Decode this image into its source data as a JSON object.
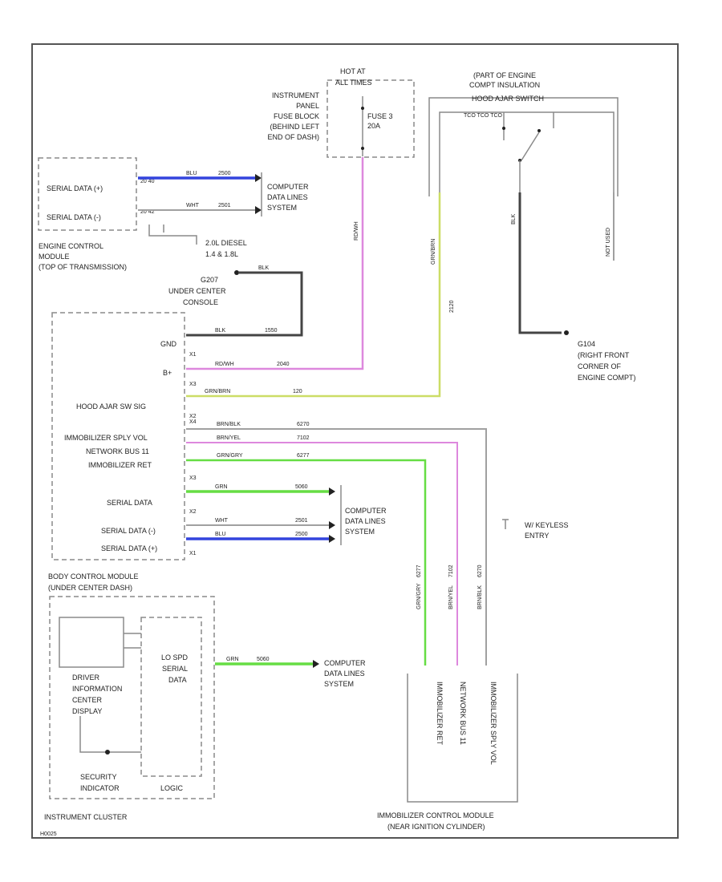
{
  "colors": {
    "blue": "#3344dd",
    "green": "#66dd44",
    "pink": "#dd88dd",
    "yellow_green": "#ccdd66",
    "gray": "#9a9a9a",
    "black": "#444444"
  },
  "power": {
    "hot_at": "HOT AT",
    "hot_at_line2": "ALL TIMES",
    "fuse": "FUSE 3",
    "fuse_amps": "20A",
    "fuse_block_1": "INSTRUMENT",
    "fuse_block_2": "PANEL",
    "fuse_block_3": "FUSE BLOCK",
    "fuse_block_4": "(BEHIND LEFT",
    "fuse_block_5": "END OF DASH)",
    "wire_pink_ckt": "RD/WH",
    "wire_pink_code": "2040"
  },
  "ecm": {
    "pin1": "SERIAL DATA (+)",
    "pin2": "SERIAL DATA (-)",
    "pin1_num": "20 40",
    "pin2_num": "20 42",
    "wire1_color": "BLU",
    "wire1_ckt": "2500",
    "wire2_color": "WHT",
    "wire2_ckt": "2501",
    "name_1": "ENGINE CONTROL",
    "name_2": "MODULE",
    "name_3": "(TOP OF TRANSMISSION)",
    "diesel_1": "2.0L DIESEL",
    "diesel_2": "1.4 & 1.8L",
    "computer_data_1": "COMPUTER",
    "computer_data_2": "DATA LINES",
    "computer_data_3": "SYSTEM"
  },
  "ground_g207": {
    "name": "G207",
    "loc_1": "UNDER CENTER",
    "loc_2": "CONSOLE",
    "wire": "BLK"
  },
  "hood_switch": {
    "title_1": "(PART OF ENGINE",
    "title_2": "COMPT INSULATION",
    "title_3": "HOOD AJAR SWITCH",
    "terminals": "TCO TCO TCO",
    "wire_left": "GRN/BRN",
    "wire_mid": "BLK",
    "wire_right": "NOT USED",
    "wire_code": "2120",
    "ground": "G104",
    "ground_1": "(RIGHT FRONT",
    "ground_2": "CORNER OF",
    "ground_3": "ENGINE COMPT)"
  },
  "bcm": {
    "gnd": "GND",
    "batt": "B+",
    "hood_ajar": "HOOD AJAR SW SIG",
    "immo_supply": "IMMOBILIZER SPLY VOL",
    "network_bus": "NETWORK BUS 11",
    "immo_ret": "IMMOBILIZER RET",
    "serial_data": "SERIAL DATA",
    "serial_minus": "SERIAL DATA (-)",
    "serial_plus": "SERIAL DATA (+)",
    "name_1": "BODY CONTROL MODULE",
    "name_2": "(UNDER CENTER DASH)",
    "keyless": "W/ KEYLESS",
    "keyless_2": "ENTRY",
    "wire_gnd_color": "BLK",
    "wire_gnd_ckt": "1550",
    "wire_batt_color": "RD/WH",
    "wire_batt_ckt": "2040",
    "wire_hood_color": "GRN/BRN",
    "wire_hood_ckt": "120",
    "wire_sply_color": "BRN/BLK",
    "wire_sply_ckt": "6270",
    "wire_net_color": "BRN/YEL",
    "wire_net_ckt": "7102",
    "wire_ret_color": "GRN/GRY",
    "wire_ret_ckt": "6277",
    "wire_sd_color": "GRN",
    "wire_sd_ckt": "5060",
    "wire_sdm_color": "WHT",
    "wire_sdm_ckt": "2501",
    "wire_sdp_color": "BLU",
    "wire_sdp_ckt": "2500",
    "pins": [
      "X1",
      "X3",
      "X2",
      "X4",
      "X3",
      "X2",
      "X1"
    ]
  },
  "instrument_cluster": {
    "dic_1": "DRIVER",
    "dic_2": "INFORMATION",
    "dic_3": "CENTER",
    "dic_4": "DISPLAY",
    "lo_spd_1": "LO SPD",
    "lo_spd_2": "SERIAL",
    "lo_spd_3": "DATA",
    "security_1": "SECURITY",
    "security_2": "INDICATOR",
    "logic": "LOGIC",
    "name": "INSTRUMENT CLUSTER",
    "wire_color": "GRN",
    "wire_ckt": "5060",
    "computer_data_1": "COMPUTER",
    "computer_data_2": "DATA LINES",
    "computer_data_3": "SYSTEM"
  },
  "immobilizer": {
    "pin_ret": "IMMOBILIZER RET",
    "pin_bus": "NETWORK BUS 11",
    "pin_sply": "IMMOBILIZER SPLY VOL",
    "name_1": "IMMOBILIZER CONTROL MODULE",
    "name_2": "(NEAR IGNITION CYLINDER)",
    "wire_ret": "GRN/GRY",
    "wire_bus": "BRN/YEL",
    "wire_sply": "BRN/BLK",
    "ckt_ret": "6277",
    "ckt_bus": "7102",
    "ckt_sply": "6270"
  },
  "footer_code": "H0025"
}
